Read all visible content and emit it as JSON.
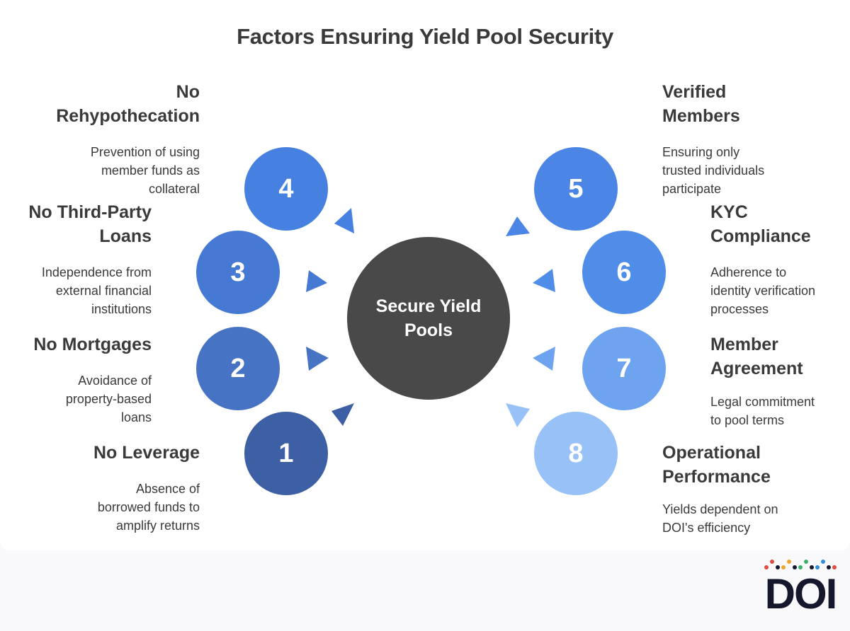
{
  "title": "Factors Ensuring Yield Pool Security",
  "center": {
    "label_line1": "Secure Yield",
    "label_line2": "Pools",
    "color": "#494949"
  },
  "factors": [
    {
      "number": "1",
      "heading": [
        "No Leverage"
      ],
      "description": [
        "Absence of",
        "borrowed funds to",
        "amplify returns"
      ],
      "color": "#3d5fa4"
    },
    {
      "number": "2",
      "heading": [
        "No Mortgages"
      ],
      "description": [
        "Avoidance of",
        "property-based",
        "loans"
      ],
      "color": "#4673c4"
    },
    {
      "number": "3",
      "heading": [
        "No Third-Party",
        "Loans"
      ],
      "description": [
        "Independence from",
        "external financial",
        "institutions"
      ],
      "color": "#4679d4"
    },
    {
      "number": "4",
      "heading": [
        "No",
        "Rehypothecation"
      ],
      "description": [
        "Prevention of using",
        "member funds as",
        "collateral"
      ],
      "color": "#4680e0"
    },
    {
      "number": "5",
      "heading": [
        "Verified",
        "Members"
      ],
      "description": [
        "Ensuring only",
        "trusted individuals",
        "participate"
      ],
      "color": "#4b86e6"
    },
    {
      "number": "6",
      "heading": [
        "KYC",
        "Compliance"
      ],
      "description": [
        "Adherence to",
        "identity verification",
        "processes"
      ],
      "color": "#4f8de8"
    },
    {
      "number": "7",
      "heading": [
        "Member",
        "Agreement"
      ],
      "description": [
        "Legal commitment",
        "to pool terms"
      ],
      "color": "#6ea4ef"
    },
    {
      "number": "8",
      "heading": [
        "Operational",
        "Performance"
      ],
      "description": [
        "Yields dependent on",
        "DOI's efficiency"
      ],
      "color": "#98c1f7"
    }
  ],
  "logo": {
    "text": "DOI",
    "dot_colors": [
      "#e2493f",
      "#f0a62b",
      "#3ab26b",
      "#2f8fd8",
      "#15172c"
    ]
  }
}
